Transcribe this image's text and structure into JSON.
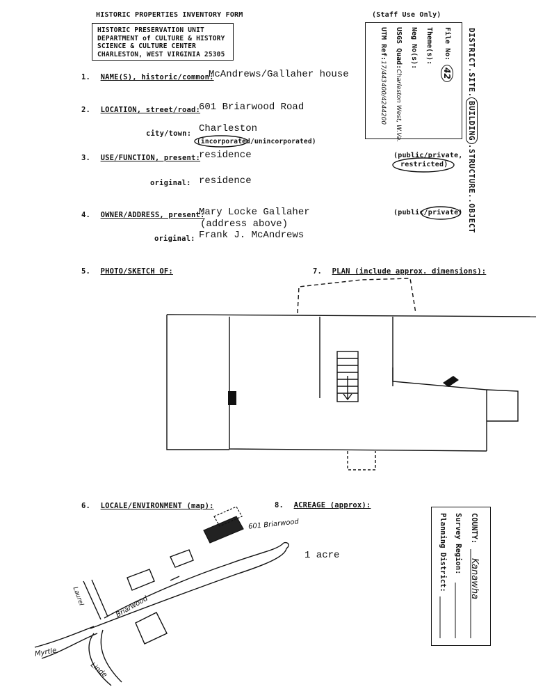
{
  "header": {
    "form_title": "HISTORIC PROPERTIES INVENTORY FORM",
    "staff_use": "(Staff Use Only)",
    "agency": [
      "HISTORIC PRESERVATION UNIT",
      "DEPARTMENT of CULTURE & HISTORY",
      "SCIENCE & CULTURE CENTER",
      "CHARLESTON, WEST VIRGINIA  25305"
    ]
  },
  "staff_box": {
    "file_no_label": "File No:",
    "file_no_value": "42",
    "theme_label": "Theme(s):",
    "neg_label": "Neg No(s):",
    "usgs_label": "USGS Quad:",
    "usgs_value": "Charleston West, W.Va.",
    "utm_label": "UTM Ref:",
    "utm_value": "17/443400/4244200"
  },
  "category_strip": {
    "items": [
      "DISTRICT",
      "SITE",
      "BUILDING",
      "STRUCTURE",
      "OBJECT"
    ],
    "selected": "BUILDING"
  },
  "fields": {
    "name": {
      "num": "1.",
      "label": "NAME(S), historic/common:",
      "value": "McAndrews/Gallaher house"
    },
    "location": {
      "num": "2.",
      "label": "LOCATION, street/road:",
      "value": "601 Briarwood Road"
    },
    "city": {
      "label": "city/town:",
      "value": "Charleston",
      "options": "(incorporated/unincorporated)"
    },
    "use_present": {
      "num": "3.",
      "label": "USE/FUNCTION, present:",
      "value": "residence",
      "options_1": "(public/private,",
      "options_2": "restricted)"
    },
    "use_original": {
      "label": "original:",
      "value": "residence"
    },
    "owner_present": {
      "num": "4.",
      "label": "OWNER/ADDRESS, present:",
      "value_1": "Mary Locke Gallaher",
      "value_2": "(address above)",
      "options": "(public/private)"
    },
    "owner_original": {
      "label": "original:",
      "value": "Frank J. McAndrews"
    }
  },
  "sections": {
    "photo": {
      "num": "5.",
      "label": "PHOTO/SKETCH OF:"
    },
    "plan": {
      "num": "7.",
      "label": "PLAN (include approx. dimensions):"
    },
    "locale": {
      "num": "6.",
      "label": "LOCALE/ENVIRONMENT (map):"
    },
    "acreage": {
      "num": "8.",
      "label": "ACREAGE (approx):",
      "value": "1 acre"
    }
  },
  "map_labels": {
    "house": "601 Briarwood",
    "laurel": "Laurel",
    "briarwood": "Briarwood",
    "myrtle": "Myrtle",
    "linde": "Linde"
  },
  "county_box": {
    "county_label": "COUNTY:",
    "county_value": "Kanawha",
    "region_label": "Survey Region:",
    "district_label": "Planning District:"
  }
}
